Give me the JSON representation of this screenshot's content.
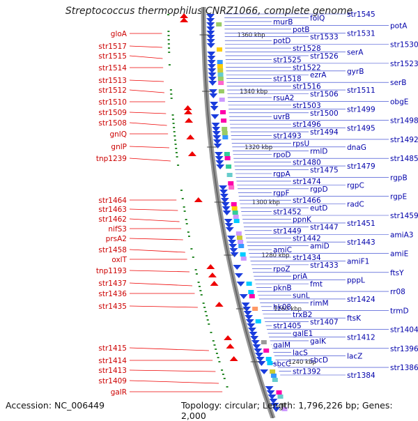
{
  "title": "Streptococcus thermophilus CNRZ1066, complete genome",
  "footer": {
    "accession": "Accession: NC_006449",
    "summary": "Topology: circular; Length: 1,796,226 bp; Genes: 2,000"
  },
  "kbp_marks": [
    "1360 kbp",
    "1340 kbp",
    "1320 kbp",
    "1300 kbp",
    "1280 kbp",
    "1260 kbp",
    "1240 kbp"
  ],
  "left_labels": [
    "gloA",
    "str1517",
    "str1515",
    "str1514",
    "str1513",
    "str1512",
    "str1510",
    "str1509",
    "str1508",
    "gnlQ",
    "gnlP",
    "tnp1239",
    "str1464",
    "str1463",
    "str1462",
    "nifS3",
    "prsA2",
    "str1458",
    "oxlT",
    "tnp1193",
    "str1437",
    "str1436",
    "str1435",
    "str1415",
    "str1414",
    "str1413",
    "str1409",
    "galR"
  ],
  "right_labels": [
    "str1545",
    "folQ",
    "murB",
    "potA",
    "potB",
    "str1531",
    "str1533",
    "potD",
    "str1530",
    "str1528",
    "serA",
    "str1526",
    "str1525",
    "str1523",
    "str1522",
    "gyrB",
    "ezrA",
    "str1518",
    "serB",
    "str1516",
    "str1511",
    "str1506",
    "rsuA2",
    "obgE",
    "str1503",
    "str1499",
    "str1500",
    "uvrB",
    "str1498",
    "str1496",
    "str1495",
    "str1494",
    "str1493",
    "str1492",
    "rpsU",
    "dnaG",
    "rmlD",
    "rpoD",
    "str1485",
    "str1480",
    "str1479",
    "str1475",
    "rgpA",
    "rgpB",
    "str1474",
    "rgpC",
    "rgpD",
    "rgpF",
    "rgpE",
    "str1466",
    "radC",
    "eutD",
    "str1452",
    "str1459",
    "ppnK",
    "str1451",
    "str1447",
    "str1449",
    "amiA3",
    "str1442",
    "str1443",
    "amiD",
    "amiC",
    "amiE",
    "str1434",
    "amiF1",
    "str1433",
    "rpoZ",
    "ftsY",
    "priA",
    "pppL",
    "fmt",
    "pknB",
    "rr08",
    "sunL",
    "str1424",
    "rimM",
    "hk08",
    "trmD",
    "trxB2",
    "ftsK",
    "str1407",
    "str1405",
    "str1404",
    "galE1",
    "str1412",
    "galK",
    "galM",
    "str1396",
    "lacS",
    "lacZ",
    "sbcD",
    "sbcC",
    "str1386",
    "str1392",
    "str1384"
  ]
}
